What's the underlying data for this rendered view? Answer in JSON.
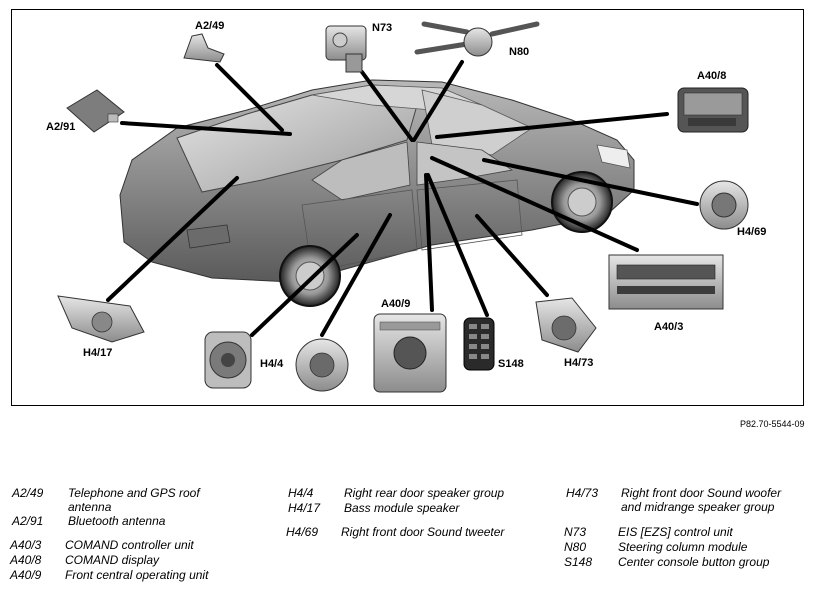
{
  "labels": {
    "a2_49": "A2/49",
    "n73": "N73",
    "n80": "N80",
    "a40_8": "A40/8",
    "a2_91": "A2/91",
    "h4_69": "H4/69",
    "a40_3": "A40/3",
    "h4_17": "H4/17",
    "h4_4": "H4/4",
    "a40_9": "A40/9",
    "s148": "S148",
    "h4_73": "H4/73"
  },
  "reference": "P82.70-5544-09",
  "legend": {
    "col1": [
      {
        "code": "A2/49",
        "desc": "Telephone and GPS roof",
        "desc2": "antenna"
      },
      {
        "code": "A2/91",
        "desc": "Bluetooth antenna"
      },
      {
        "code": "A40/3",
        "desc": "COMAND controller unit"
      },
      {
        "code": "A40/8",
        "desc": "COMAND display"
      },
      {
        "code": "A40/9",
        "desc": "Front central operating unit"
      }
    ],
    "col2": [
      {
        "code": "H4/4",
        "desc": "Right rear door speaker group"
      },
      {
        "code": "H4/17",
        "desc": "Bass module speaker"
      },
      {
        "code": "H4/69",
        "desc": "Right front door Sound tweeter"
      }
    ],
    "col3": [
      {
        "code": "H4/73",
        "desc": "Right front door Sound woofer",
        "desc2": "and midrange speaker group"
      },
      {
        "code": "N73",
        "desc": "EIS [EZS] control unit"
      },
      {
        "code": "N80",
        "desc": "Steering column module"
      },
      {
        "code": "S148",
        "desc": "Center console button group"
      }
    ]
  }
}
